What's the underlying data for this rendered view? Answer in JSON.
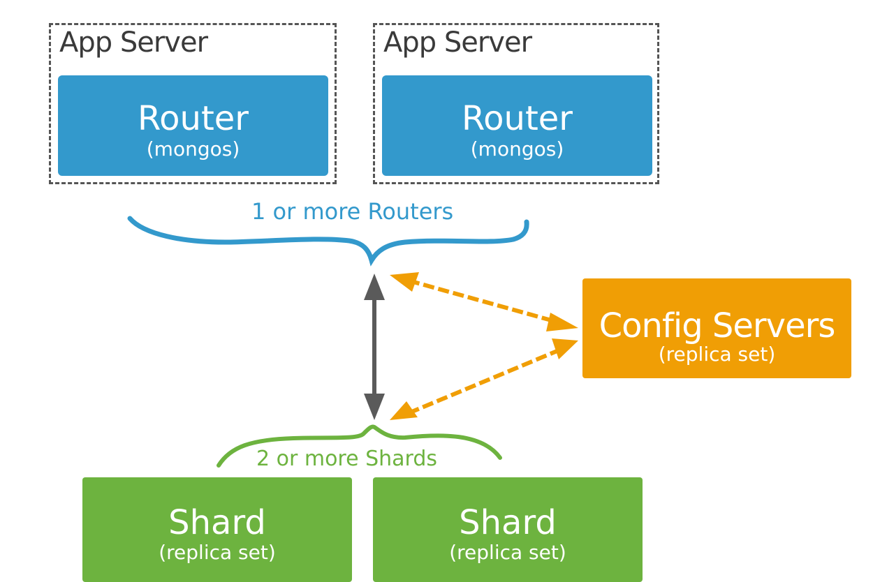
{
  "colors": {
    "router": "#3399cc",
    "config": "#f09e05",
    "shard": "#6db33f",
    "connector": "#5a5a5a",
    "app_border": "#555555"
  },
  "app_servers": [
    {
      "label": "App Server",
      "router": {
        "title": "Router",
        "subtitle": "(mongos)"
      }
    },
    {
      "label": "App Server",
      "router": {
        "title": "Router",
        "subtitle": "(mongos)"
      }
    }
  ],
  "routers_caption": "1 or more Routers",
  "config_servers": {
    "title": "Config Servers",
    "subtitle": "(replica set)"
  },
  "shards_caption": "2 or more Shards",
  "shards": [
    {
      "title": "Shard",
      "subtitle": "(replica set)"
    },
    {
      "title": "Shard",
      "subtitle": "(replica set)"
    }
  ]
}
